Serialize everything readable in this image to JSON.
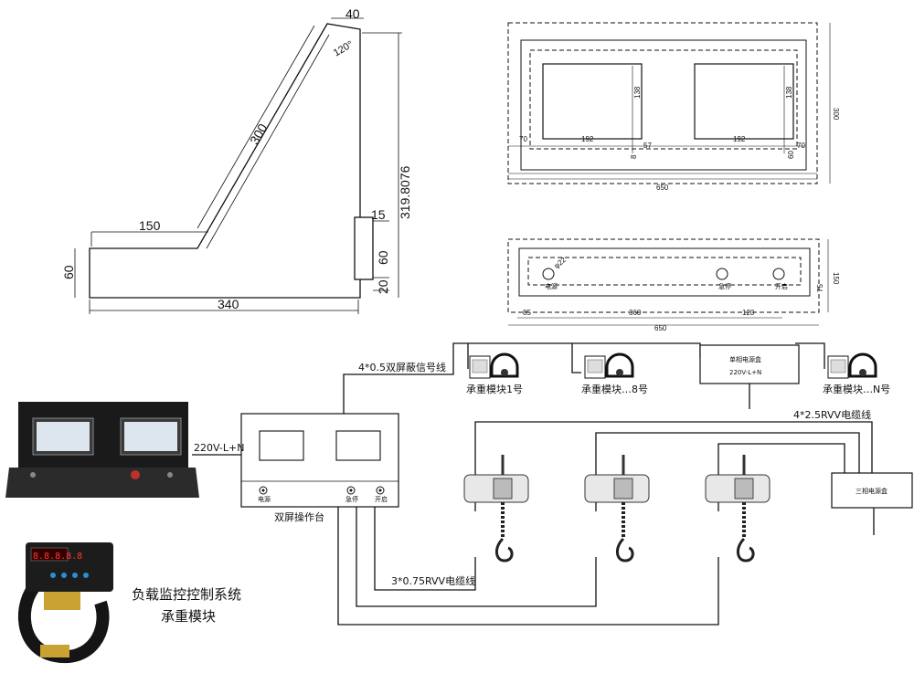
{
  "bracket": {
    "dim_40": "40",
    "dim_120": "120°",
    "dim_300": "300",
    "dim_319": "319.8076",
    "dim_150": "150",
    "dim_15": "15",
    "dim_60_left": "60",
    "dim_60_right": "60",
    "dim_20": "20",
    "dim_340": "340"
  },
  "panel_front": {
    "dim_138_left": "138",
    "dim_138_right": "138",
    "dim_300": "300",
    "dim_70_left": "70",
    "dim_192_left": "192",
    "dim_57": "57",
    "dim_8": "8",
    "dim_192_right": "192",
    "dim_70_right": "70",
    "dim_60": "60",
    "dim_650": "650"
  },
  "panel_bottom": {
    "dim_phi": "φ22",
    "hole_labels": [
      "电源",
      "急停",
      "开启"
    ],
    "dim_150": "150",
    "dim_75": "75",
    "dim_85": "85",
    "dim_360": "360",
    "dim_120": "120",
    "dim_650": "650"
  },
  "wiring": {
    "signal_cable": "4*0.5双屏蔽信号线",
    "module_1": "承重模块1号",
    "module_8": "承重模块…8号",
    "module_n": "承重模块…N号",
    "single_phase_box_title": "单相电源盒",
    "single_phase_box_power": "220V-L+N",
    "power_line": "220V-L+N",
    "power_cable": "4*2.5RVV电缆线",
    "three_phase_box": "三相电源盒",
    "console_buttons": [
      "电源",
      "急停",
      "开启"
    ],
    "console_label": "双屏操作台",
    "control_cable": "3*0.75RVV电缆线"
  },
  "product": {
    "caption_line1": "负载监控控制系统",
    "caption_line2": "承重模块",
    "display_value": "8.8.8.8.8"
  }
}
